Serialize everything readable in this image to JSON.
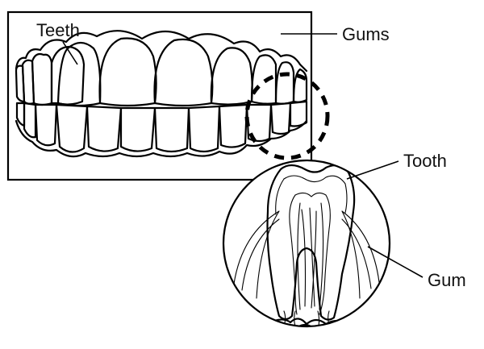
{
  "labels": {
    "teeth": "Teeth",
    "gums": "Gums",
    "tooth": "Tooth",
    "gum": "Gum"
  },
  "colors": {
    "ink": "#000000",
    "background": "#ffffff"
  }
}
